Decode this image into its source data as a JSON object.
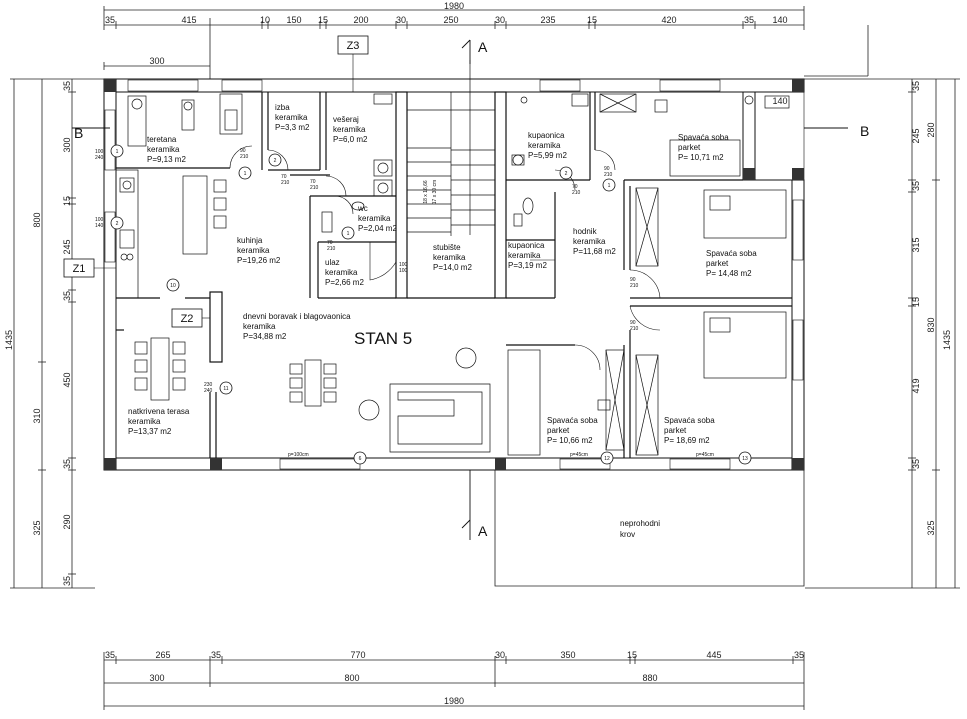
{
  "title": "STAN 5",
  "top_dims": {
    "total": "1980",
    "row1": [
      "35",
      "415",
      "10",
      "150",
      "15",
      "200",
      "30",
      "250",
      "30",
      "235",
      "15",
      "420",
      "35",
      "140"
    ],
    "row2": [
      "300"
    ]
  },
  "bottom_dims": {
    "row1": [
      "35",
      "265",
      "35",
      "770",
      "30",
      "350",
      "15",
      "445",
      "35"
    ],
    "row2": [
      "300",
      "800",
      "880"
    ],
    "total": "1980"
  },
  "left_dims": {
    "outer": [
      "1435"
    ],
    "mid": [
      "800",
      "310",
      "325"
    ],
    "inner": [
      "35",
      "300",
      "15",
      "245",
      "35",
      "450",
      "35",
      "290",
      "35"
    ]
  },
  "right_dims": {
    "outer": [
      "1435"
    ],
    "mid": [
      "280",
      "830",
      "325"
    ],
    "inner": [
      "35",
      "245",
      "35",
      "315",
      "15",
      "419",
      "35"
    ]
  },
  "right_extra": "140",
  "sections": {
    "a": "A",
    "b": "B"
  },
  "tags": {
    "z1": "Z1",
    "z2": "Z2",
    "z3": "Z3"
  },
  "rooms": {
    "teretana": [
      "teretana",
      "keramika",
      "P=9,13 m2"
    ],
    "izba": [
      "izba",
      "keramika",
      "P=3,3 m2"
    ],
    "veseraj": [
      "vešeraj",
      "keramika",
      "P=6,0 m2"
    ],
    "kupaonica1": [
      "kupaonica",
      "keramika",
      "P=5,99 m2"
    ],
    "spavaca1": [
      "Spavaća soba",
      "parket",
      "P= 10,71 m2"
    ],
    "kuhinja": [
      "kuhinja",
      "keramika",
      "P=19,26 m2"
    ],
    "wc": [
      "wc",
      "keramika",
      "P=2,04 m2"
    ],
    "ulaz": [
      "ulaz",
      "keramika",
      "P=2,66 m2"
    ],
    "stubiste": [
      "stubište",
      "keramika",
      "P=14,0 m2"
    ],
    "kupaonica2": [
      "kupaonica",
      "keramika",
      "P=3,19 m2"
    ],
    "hodnik": [
      "hodnik",
      "keramika",
      "P=11,68 m2"
    ],
    "spavaca2": [
      "Spavaća soba",
      "parket",
      "P= 14,48 m2"
    ],
    "dnevni": [
      "dnevni boravak i blagovaonica",
      "keramika",
      "P=34,88 m2"
    ],
    "terasa": [
      "natkrivena terasa",
      "keramika",
      "P=13,37 m2"
    ],
    "spavaca3": [
      "Spavaća soba",
      "parket",
      "P= 10,66 m2"
    ],
    "spavaca4": [
      "Spavaća soba",
      "parket",
      "P= 18,69 m2"
    ],
    "krov": [
      "neprohodni",
      "krov"
    ]
  },
  "stairs_note": [
    "18 x 16,66",
    "17 x 30 cm"
  ],
  "sill_labels": {
    "p100": "p=100cm",
    "p45a": "p=45cm",
    "p45b": "p=45cm"
  },
  "window_marks": [
    "1",
    "2",
    "1",
    "2",
    "1",
    "2",
    "1",
    "10",
    "11",
    "6",
    "12",
    "13"
  ],
  "door_marks": [
    [
      "90",
      "210"
    ],
    [
      "70",
      "210"
    ],
    [
      "70",
      "210"
    ],
    [
      "70",
      "210"
    ],
    [
      "70",
      "210"
    ],
    [
      "90",
      "210"
    ],
    [
      "90",
      "210"
    ],
    [
      "90",
      "210"
    ],
    [
      "100",
      "240"
    ],
    [
      "100",
      "140"
    ],
    [
      "230",
      "240"
    ],
    [
      "100",
      "100"
    ]
  ]
}
